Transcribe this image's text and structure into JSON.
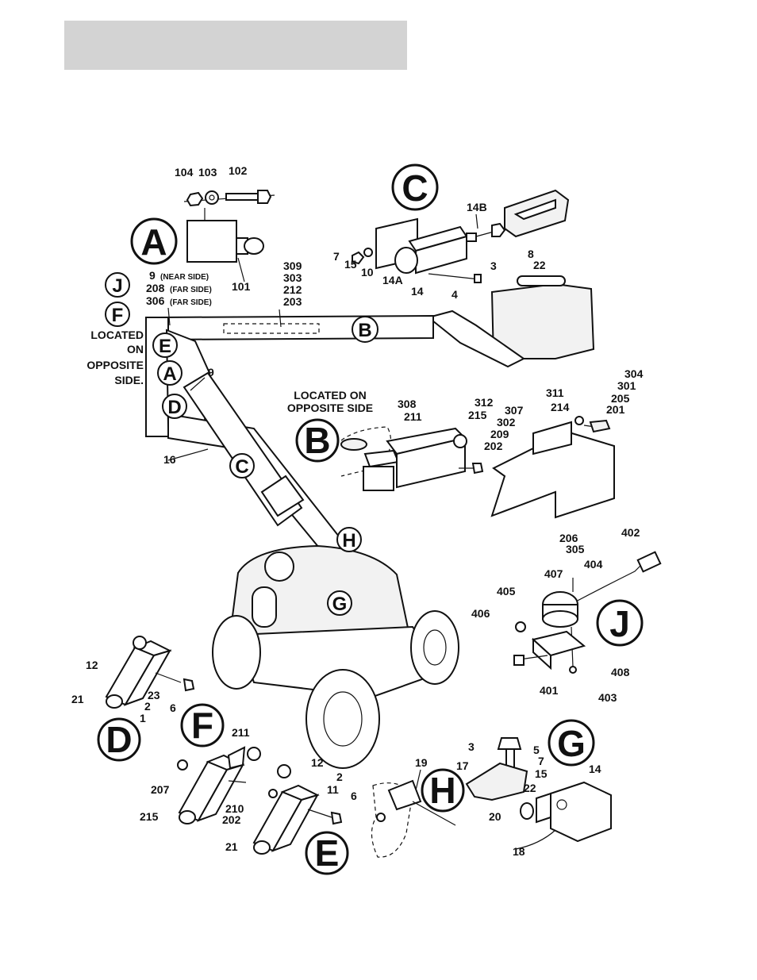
{
  "header": {
    "title_text": ""
  },
  "callouts": {
    "A": "A",
    "B": "B",
    "C": "C",
    "D": "D",
    "E": "E",
    "F": "F",
    "G": "G",
    "H": "H",
    "J": "J"
  },
  "notes": {
    "located_on_opposite_side_1": "LOCATED",
    "located_on_opposite_side_2": "ON",
    "located_on_opposite_side_3": "OPPOSITE",
    "located_on_opposite_side_4": "SIDE.",
    "located_b_1": "LOCATED ON",
    "located_b_2": "OPPOSITE SIDE"
  },
  "detail_A": {
    "p104": "104",
    "p103": "103",
    "p102": "102",
    "p101": "101"
  },
  "detail_boom": {
    "p9": "9",
    "near_side": "(NEAR SIDE)",
    "p208": "208",
    "far_side_1": "(FAR SIDE)",
    "p306": "306",
    "far_side_2": "(FAR SIDE)",
    "p309": "309",
    "p303": "303",
    "p212": "212",
    "p203": "203",
    "p9b": "9",
    "p16": "16"
  },
  "detail_C": {
    "p14B": "14B",
    "p7": "7",
    "p15": "15",
    "p10": "10",
    "p14A": "14A",
    "p14": "14",
    "p4": "4",
    "p3": "3",
    "p8": "8",
    "p22": "22"
  },
  "detail_B": {
    "p308": "308",
    "p211": "211",
    "p312": "312",
    "p215": "215",
    "p307": "307",
    "p302": "302",
    "p209": "209",
    "p202": "202",
    "p311": "311",
    "p214": "214",
    "p304": "304",
    "p301": "301",
    "p205": "205",
    "p201": "201",
    "p206": "206",
    "p305": "305"
  },
  "detail_J": {
    "p402": "402",
    "p404": "404",
    "p407": "407",
    "p405": "405",
    "p406": "406",
    "p408": "408",
    "p401": "401",
    "p403": "403"
  },
  "detail_D": {
    "p12": "12",
    "p23": "23",
    "p6": "6",
    "p21": "21",
    "p2": "2",
    "p1": "1"
  },
  "detail_F": {
    "p211": "211",
    "p207": "207",
    "p210": "210",
    "p202": "202",
    "p215": "215"
  },
  "detail_E": {
    "p12": "12",
    "p2": "2",
    "p11": "11",
    "p6": "6",
    "p21": "21"
  },
  "detail_H": {
    "p19": "19"
  },
  "detail_G": {
    "p3": "3",
    "p5": "5",
    "p7": "7",
    "p17": "17",
    "p15": "15",
    "p14": "14",
    "p22": "22",
    "p20": "20",
    "p18": "18"
  }
}
